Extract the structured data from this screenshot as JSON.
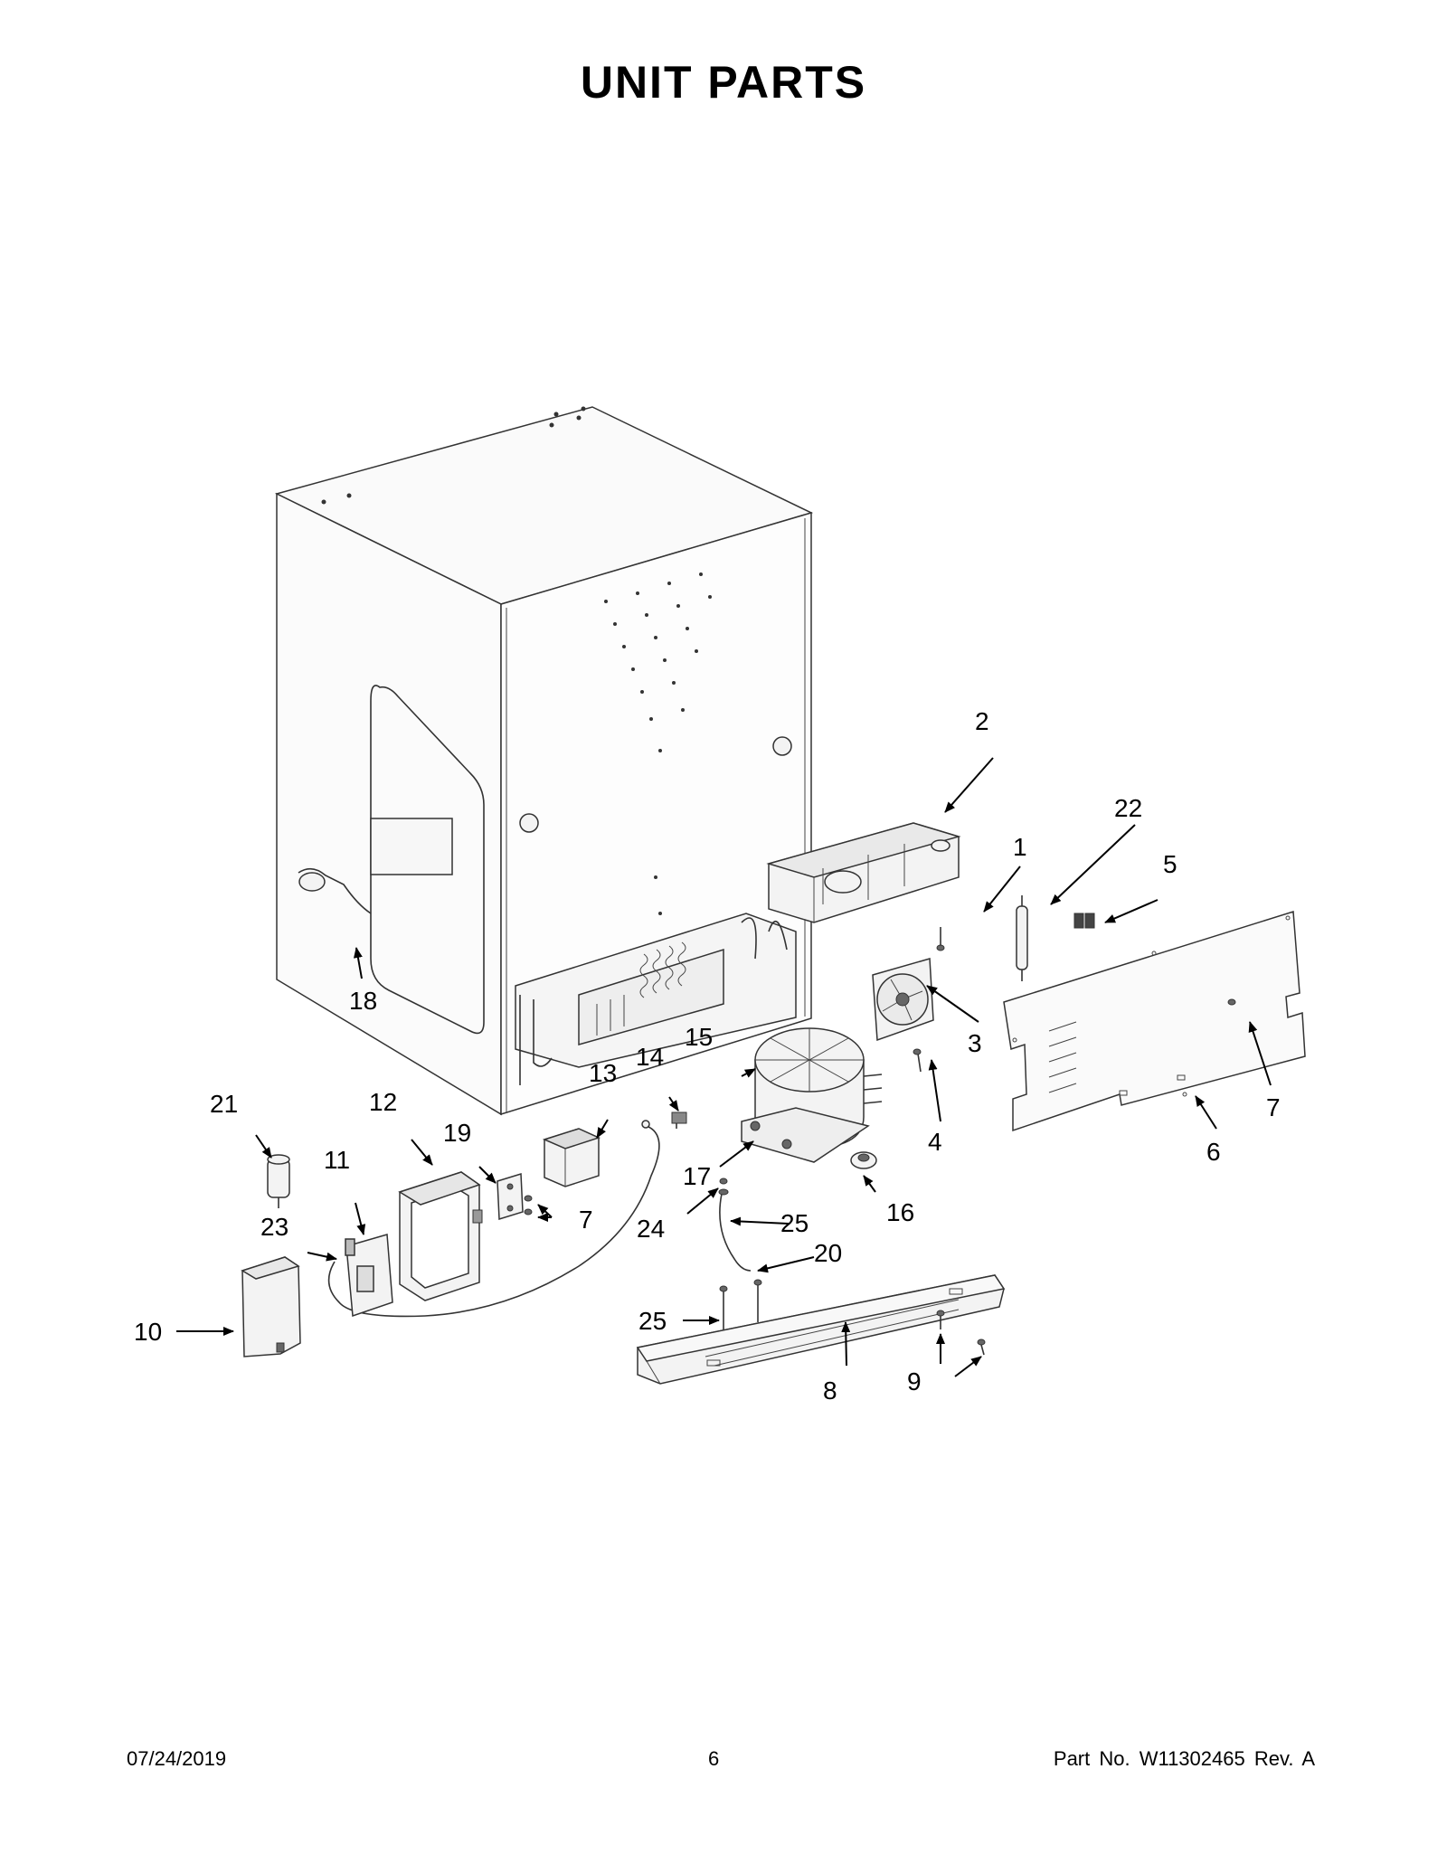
{
  "title": "UNIT PARTS",
  "footer": {
    "date": "07/24/2019",
    "page": "6",
    "part_no": "Part No.  W11302465  Rev.  A"
  },
  "callouts": [
    "1",
    "2",
    "3",
    "4",
    "5",
    "6",
    "7",
    "7",
    "8",
    "9",
    "10",
    "11",
    "12",
    "13",
    "14",
    "15",
    "16",
    "17",
    "18",
    "19",
    "20",
    "21",
    "22",
    "23",
    "24",
    "25",
    "25"
  ]
}
